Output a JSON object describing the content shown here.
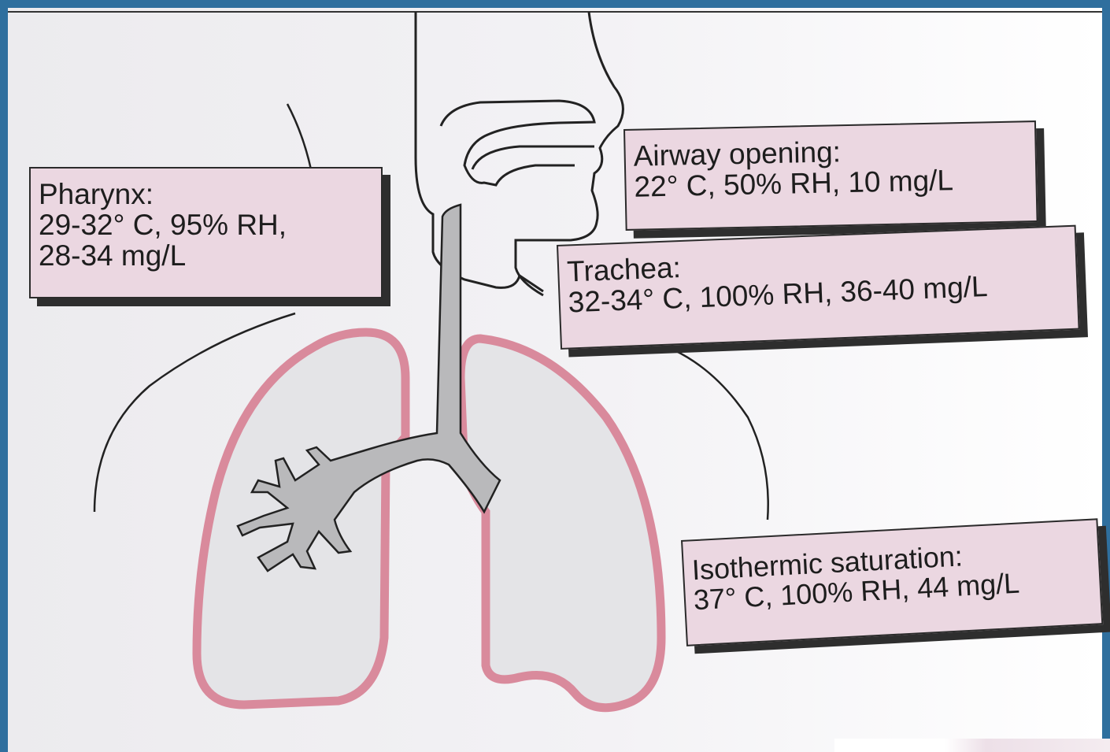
{
  "labels": {
    "pharynx": {
      "title": "Pharynx:",
      "line2": "29-32° C, 95% RH,",
      "line3": "28-34 mg/L"
    },
    "airway": {
      "title": "Airway opening:",
      "line2": "22° C, 50% RH, 10 mg/L"
    },
    "trachea": {
      "title": "Trachea:",
      "line2": "32-34° C, 100% RH, 36-40 mg/L"
    },
    "isothermic": {
      "title": "Isothermic saturation:",
      "line2": "37° C, 100% RH, 44 mg/L"
    }
  },
  "colors": {
    "slide_background": "#2f6f9e",
    "label_fill": "#ebd7e1",
    "lung_outline": "#d98a9c",
    "airway_fill": "#b9b9bb"
  }
}
